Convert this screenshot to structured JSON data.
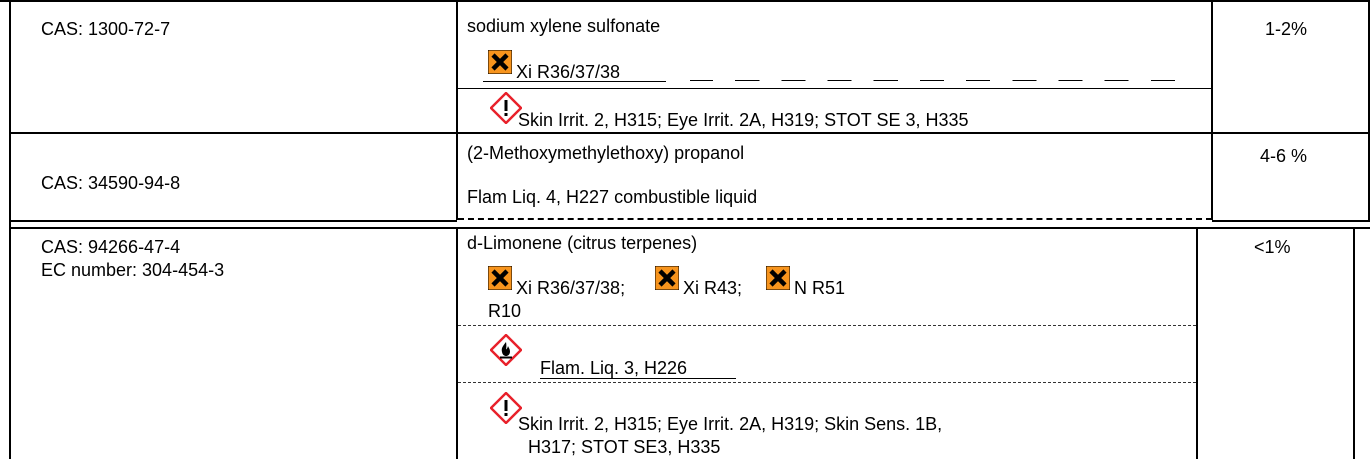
{
  "rows": [
    {
      "cas": "CAS: 1300-72-7",
      "name": "sodium xylene sulfonate",
      "pct": "1-2%",
      "hazard_line": "Xi R36/37/38",
      "ghs": "Skin Irrit. 2, H315; Eye Irrit. 2A, H319; STOT SE 3, H335"
    },
    {
      "cas": "CAS: 34590-94-8",
      "name": "(2-Methoxymethylethoxy) propanol",
      "pct": "4-6 %",
      "ghs": "Flam Liq. 4, H227 combustible liquid"
    },
    {
      "cas": "CAS: 94266-47-4",
      "ec": "EC number: 304-454-3",
      "name": "d-Limonene (citrus terpenes)",
      "pct": "<1%",
      "hazard_parts": [
        "Xi R36/37/38;",
        "Xi R43;",
        "N R51"
      ],
      "r10": "R10",
      "flam": "Flam. Liq. 3, H226",
      "ghs_line1": "Skin Irrit. 2, H315; Eye Irrit. 2A, H319; Skin Sens. 1B,",
      "ghs_line2": "H317; STOT SE3, H335"
    }
  ],
  "icons": {
    "harmful": "orange-x-icon",
    "exclamation": "exclamation-diamond-icon",
    "flame": "flame-diamond-icon"
  },
  "colors": {
    "hazard_orange": "#F7941D",
    "ghs_red": "#E8202A"
  }
}
